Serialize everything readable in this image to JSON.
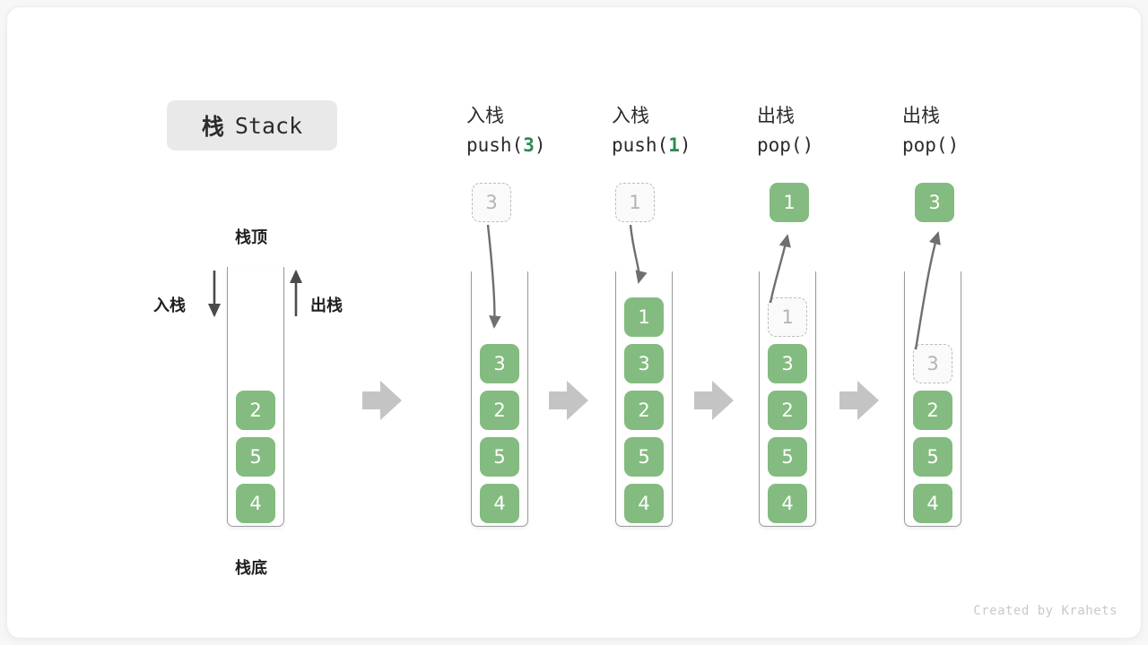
{
  "title": {
    "cn": "栈",
    "en": "Stack"
  },
  "labels": {
    "top": "栈顶",
    "bottom": "栈底",
    "push_side": "入栈",
    "pop_side": "出栈"
  },
  "colors": {
    "cell_fill": "#84bb80",
    "cell_text": "#ffffff",
    "ghost_border": "#bdbdbd",
    "ghost_text": "#b4b4b4",
    "accent_green": "#2e8b4f",
    "arrow_grey": "#6f6f6f",
    "block_arrow": "#c4c4c4",
    "chip_bg": "#e9e9e9"
  },
  "columns": [
    {
      "id": "initial",
      "head_line1": "",
      "head_line2": "",
      "head_arg": "",
      "cells": [
        "2",
        "5",
        "4"
      ],
      "ghost_index": -1,
      "float_cell": null
    },
    {
      "id": "push-3",
      "head_line1": "入栈",
      "head_line2_prefix": "push(",
      "head_arg": "3",
      "head_line2_suffix": ")",
      "cells": [
        "3",
        "2",
        "5",
        "4"
      ],
      "ghost_index": -1,
      "float_cell": {
        "value": "3",
        "style": "ghost"
      }
    },
    {
      "id": "push-1",
      "head_line1": "入栈",
      "head_line2_prefix": "push(",
      "head_arg": "1",
      "head_line2_suffix": ")",
      "cells": [
        "1",
        "3",
        "2",
        "5",
        "4"
      ],
      "ghost_index": -1,
      "float_cell": {
        "value": "1",
        "style": "ghost"
      }
    },
    {
      "id": "pop-1",
      "head_line1": "出栈",
      "head_line2_prefix": "pop(",
      "head_arg": "",
      "head_line2_suffix": ")",
      "cells": [
        "1",
        "3",
        "2",
        "5",
        "4"
      ],
      "ghost_index": 0,
      "float_cell": {
        "value": "1",
        "style": "solid"
      }
    },
    {
      "id": "pop-3",
      "head_line1": "出栈",
      "head_line2_prefix": "pop(",
      "head_arg": "",
      "head_line2_suffix": ")",
      "cells": [
        "3",
        "2",
        "5",
        "4"
      ],
      "ghost_index": 0,
      "float_cell": {
        "value": "3",
        "style": "solid"
      }
    }
  ],
  "footer": "Created by Krahets"
}
